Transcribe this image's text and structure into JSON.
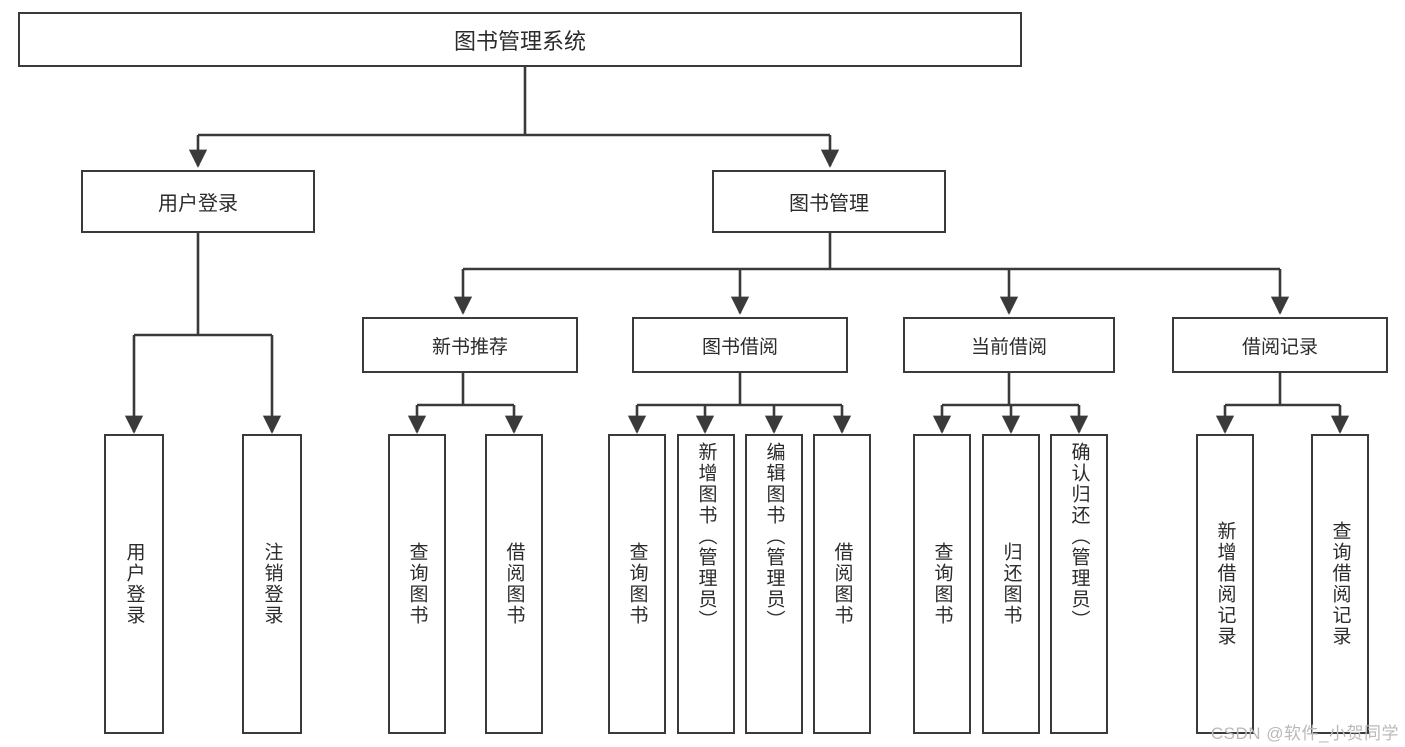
{
  "diagram": {
    "type": "tree-hierarchy",
    "title": "图书管理系统",
    "watermark": "CSDN @软件_小贺同学",
    "colors": {
      "background": "#ffffff",
      "node_border": "#3a3a3a",
      "node_fill": "#ffffff",
      "edge": "#3a3a3a",
      "text": "#2b2b2b",
      "watermark": "#b9b9b9"
    },
    "root": {
      "label": "图书管理系统",
      "children": [
        {
          "label": "用户登录",
          "children": [
            {
              "label": "用户登录"
            },
            {
              "label": "注销登录"
            }
          ]
        },
        {
          "label": "图书管理",
          "children": [
            {
              "label": "新书推荐",
              "children": [
                {
                  "label": "查询图书"
                },
                {
                  "label": "借阅图书"
                }
              ]
            },
            {
              "label": "图书借阅",
              "children": [
                {
                  "label": "查询图书"
                },
                {
                  "label": "新增图书（管理员）"
                },
                {
                  "label": "编辑图书（管理员）"
                },
                {
                  "label": "借阅图书"
                }
              ]
            },
            {
              "label": "当前借阅",
              "children": [
                {
                  "label": "查询图书"
                },
                {
                  "label": "归还图书"
                },
                {
                  "label": "确认归还（管理员）"
                }
              ]
            },
            {
              "label": "借阅记录",
              "children": [
                {
                  "label": "新增借阅记录"
                },
                {
                  "label": "查询借阅记录"
                }
              ]
            }
          ]
        }
      ]
    }
  }
}
